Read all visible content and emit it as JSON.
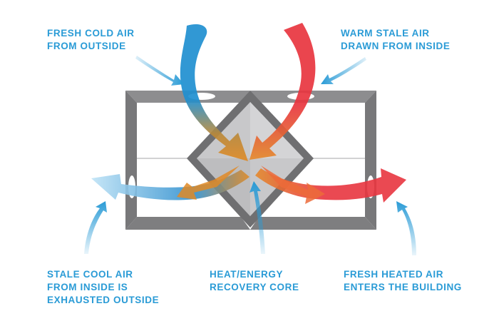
{
  "labels": {
    "fresh_cold": [
      "FRESH COLD AIR",
      "FROM OUTSIDE"
    ],
    "warm_stale": [
      "WARM STALE AIR",
      "DRAWN FROM INSIDE"
    ],
    "stale_cool": [
      "STALE COOL AIR",
      "FROM INSIDE IS",
      "EXHAUSTED OUTSIDE"
    ],
    "core": [
      "HEAT/ENERGY",
      "RECOVERY CORE"
    ],
    "fresh_heated": [
      "FRESH HEATED AIR",
      "ENTERS THE BUILDING"
    ]
  },
  "colors": {
    "label_text": "#2a9bd6",
    "frame_light": "#9a9a9c",
    "frame_dark": "#6e6e70",
    "cold_air": "#1f8fd0",
    "warm_air": "#e8353f",
    "mixed_air": "#e8902a",
    "core_fill": "#c9c9cb"
  }
}
